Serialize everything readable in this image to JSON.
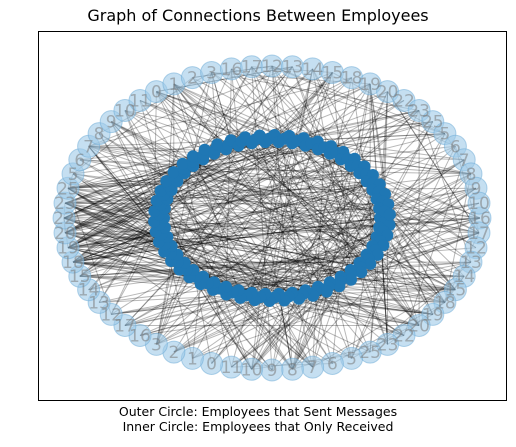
{
  "figure": {
    "title": "Graph of Connections Between Employees",
    "caption_line_1": "Outer Circle: Employees that Sent Messages",
    "caption_line_2": "Inner Circle: Employees that Only Received"
  },
  "diagram": {
    "type": "network-graph",
    "layout": "shell",
    "outer_ring": {
      "label": "Employees that Sent Messages",
      "node_color": "#9ec9e8",
      "node_count": 64,
      "visible_node_labels": [
        "16",
        "17",
        "12",
        "13",
        "14",
        "15",
        "18",
        "19",
        "20",
        "22",
        "23",
        "25",
        "5",
        "6",
        "7",
        "8",
        "9",
        "10",
        "11",
        "0",
        "1",
        "2",
        "3"
      ]
    },
    "inner_ring": {
      "label": "Employees that Only Received",
      "node_color": "#1f77b4",
      "node_count": 150
    },
    "edge_color": "#000000",
    "edge_style": "semi-transparent straight lines"
  }
}
